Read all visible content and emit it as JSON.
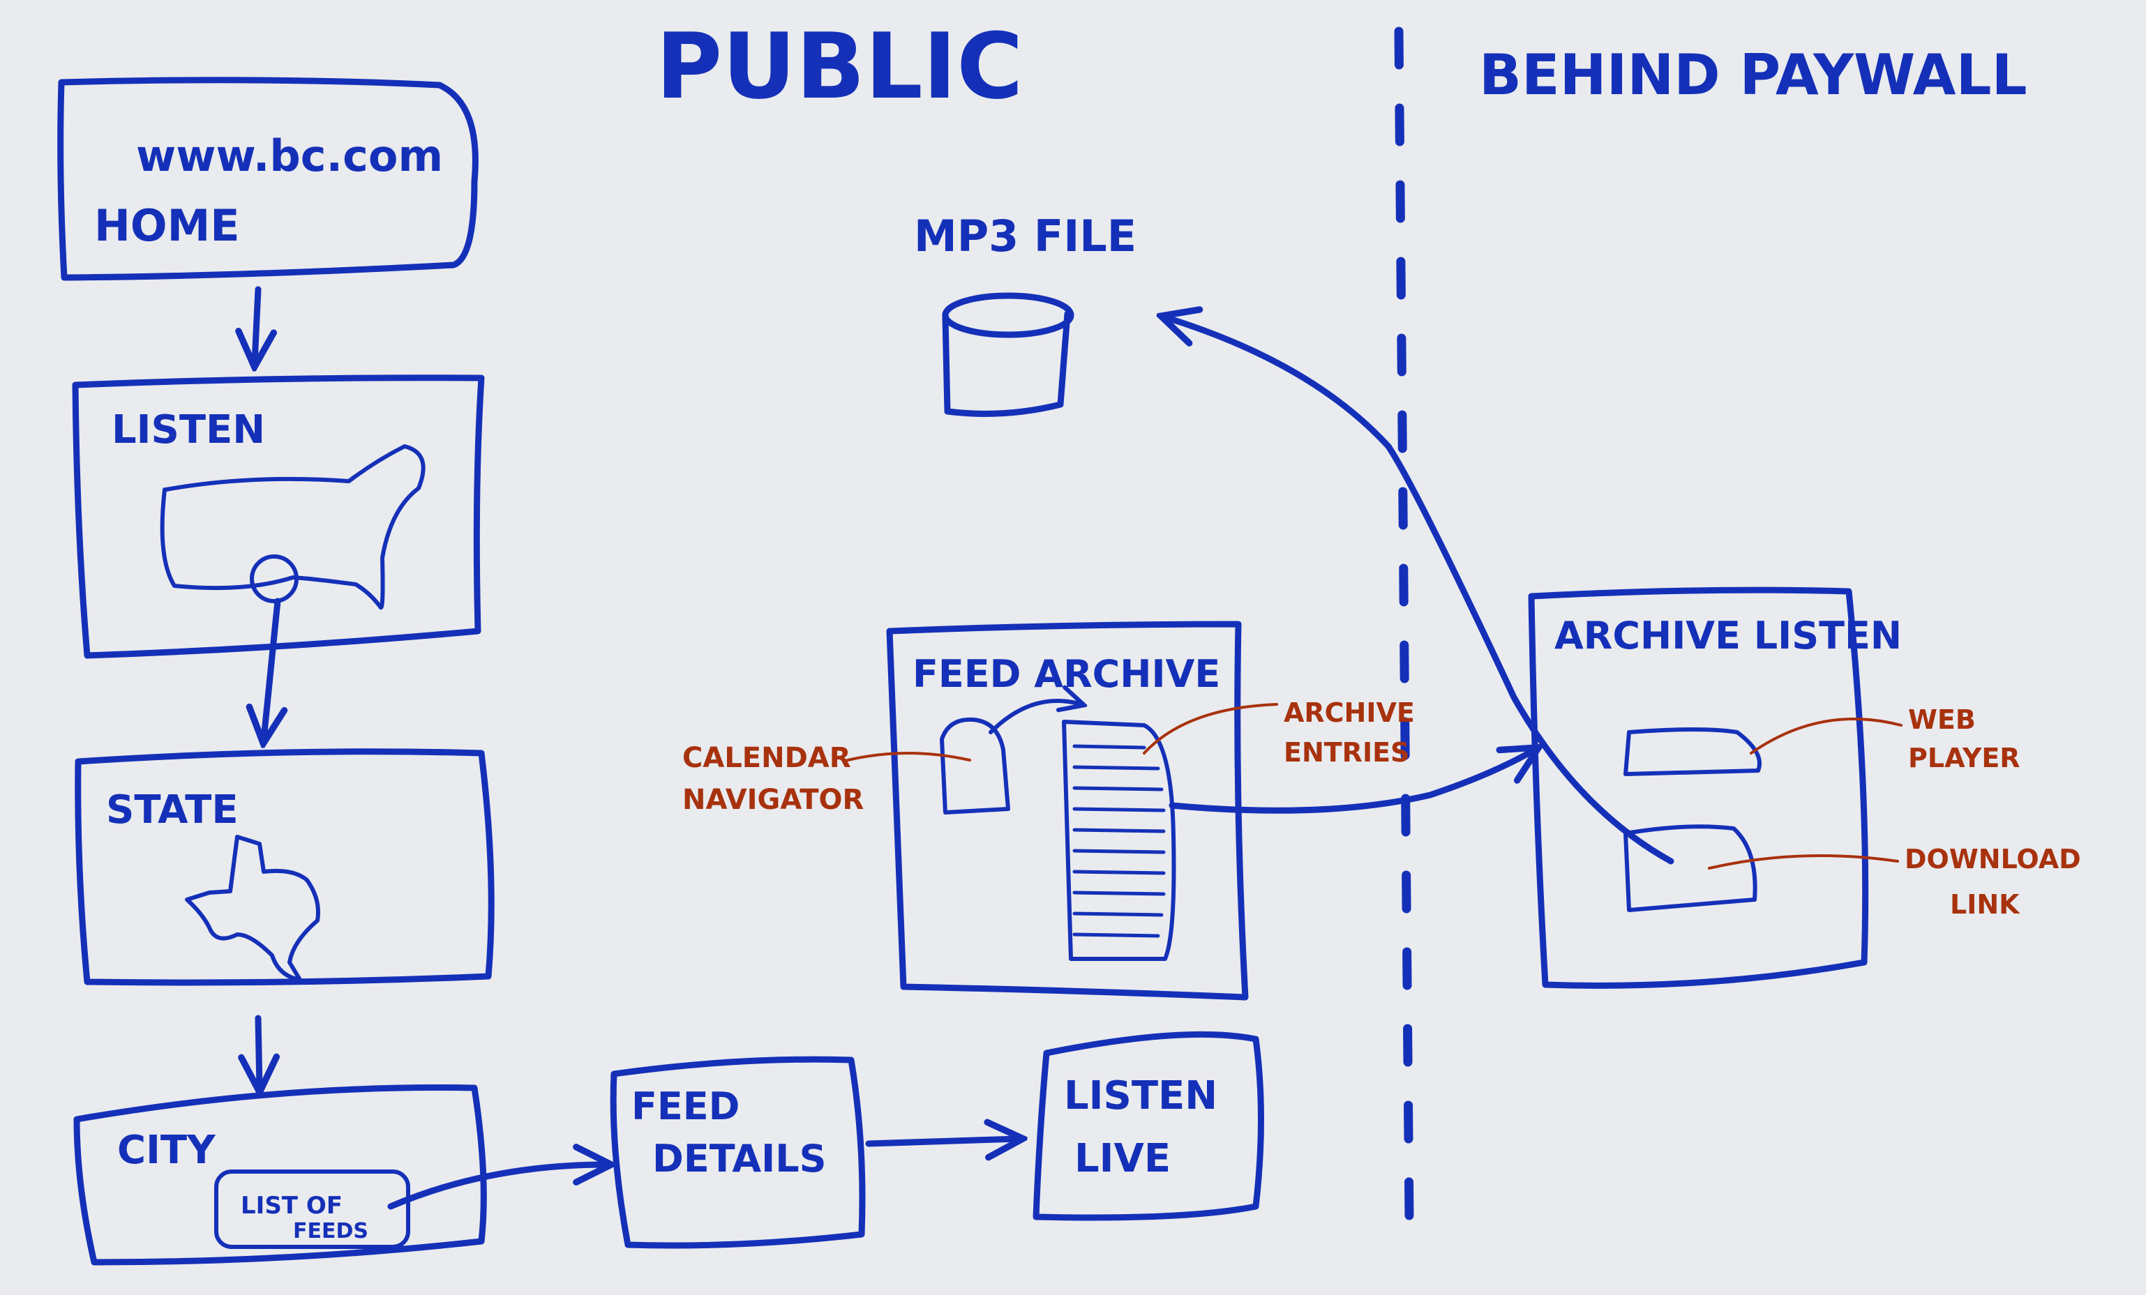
{
  "regions": {
    "public_label": "PUBLIC",
    "paywall_label": "BEHIND PAYWALL"
  },
  "boxes": {
    "home": {
      "line1": "www.bc.com",
      "line2": "HOME"
    },
    "listen": {
      "label": "LISTEN"
    },
    "state": {
      "label": "STATE"
    },
    "city": {
      "label": "CITY",
      "inner_line1": "LIST OF",
      "inner_line2": "FEEDS"
    },
    "feed_details": {
      "line1": "FEED",
      "line2": "DETAILS"
    },
    "listen_live": {
      "line1": "LISTEN",
      "line2": "LIVE"
    },
    "feed_archive": {
      "label": "FEED ARCHIVE"
    },
    "archive_listen": {
      "label": "ARCHIVE LISTEN"
    },
    "mp3": {
      "label": "MP3 FILE"
    }
  },
  "annotations": {
    "calendar_line1": "CALENDAR",
    "calendar_line2": "NAVIGATOR",
    "archive_entries_line1": "ARCHIVE",
    "archive_entries_line2": "ENTRIES",
    "web_player_line1": "WEB",
    "web_player_line2": "PLAYER",
    "download_line1": "DOWNLOAD",
    "download_line2": "LINK"
  },
  "colors": {
    "board": "#e9ebee",
    "blue_marker": "#1530b8",
    "red_marker": "#a8320e"
  }
}
